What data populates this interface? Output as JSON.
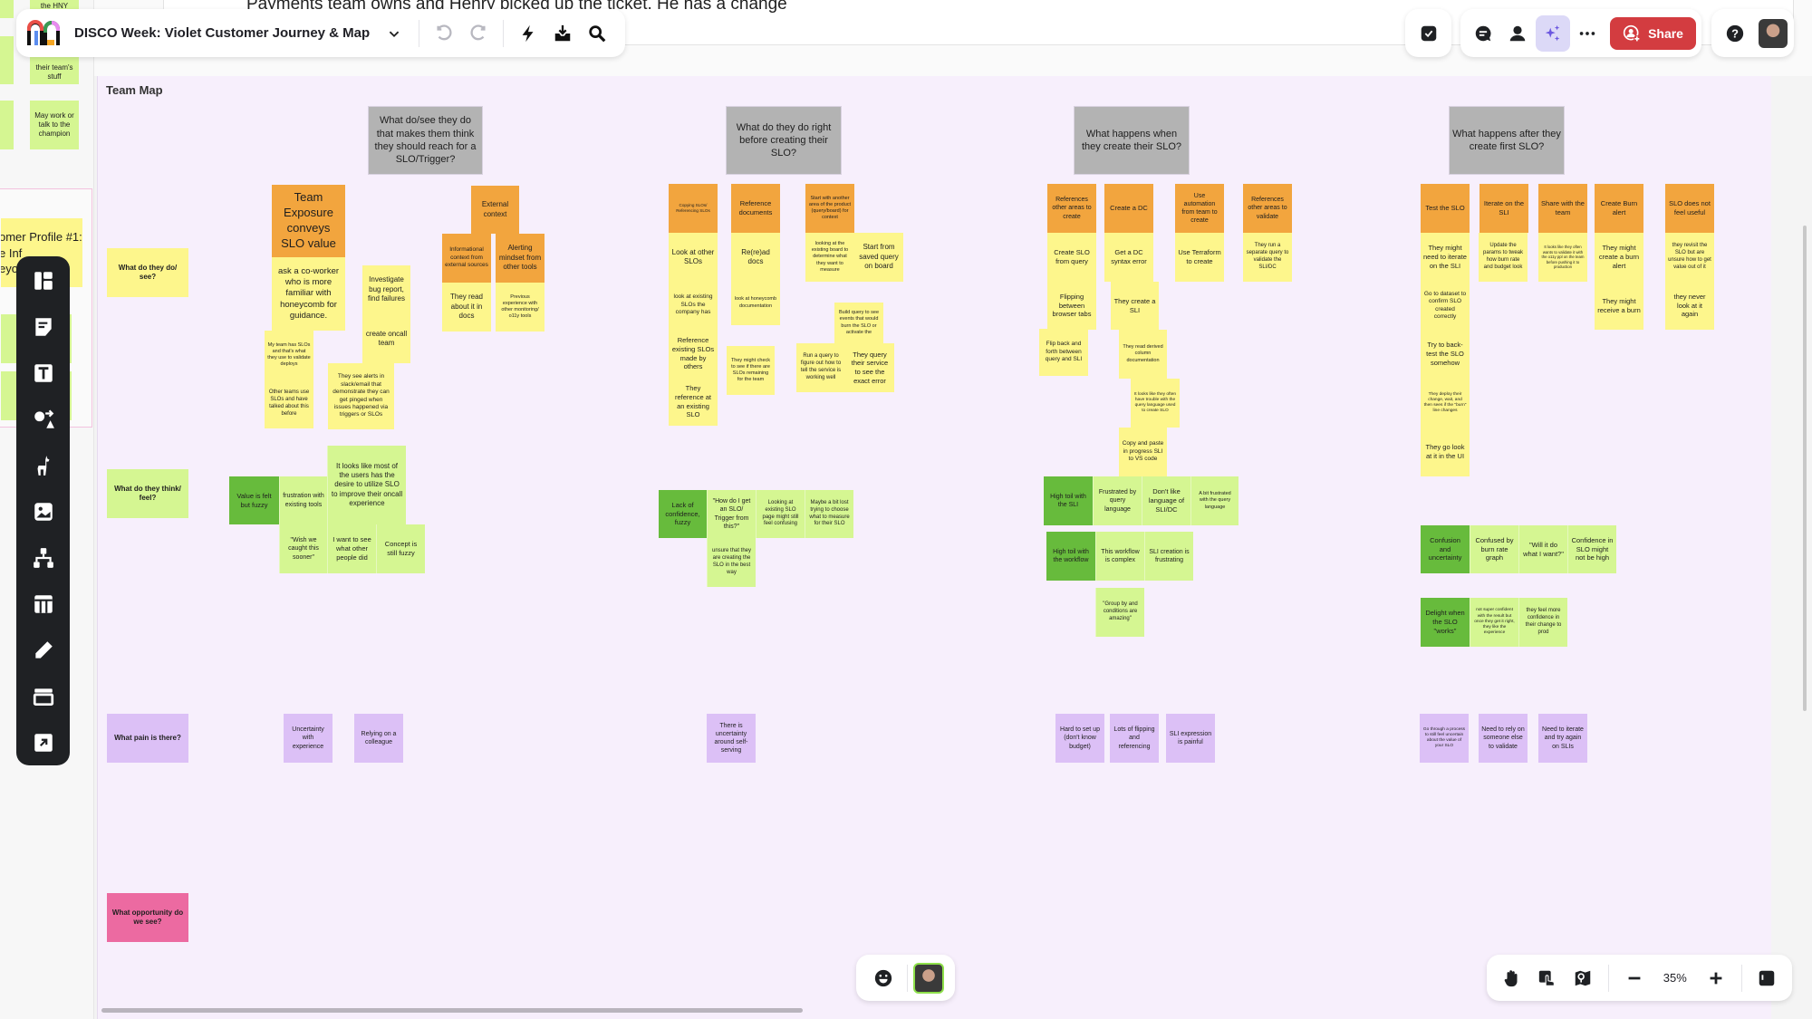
{
  "app": {
    "board_title": "DISCO Week: Violet Customer Journey & Map",
    "background_text": "Payments team owns and Henry picked up the ticket. He has a change"
  },
  "topbar": {
    "icons": [
      "logo-icon",
      "chevron-down-icon",
      "undo-icon",
      "redo-icon",
      "lightning-icon",
      "download-icon",
      "search-icon"
    ]
  },
  "top_right": {
    "share_label": "Share",
    "icons": [
      "checkbox-icon",
      "comment-icon",
      "user-icon",
      "sparkle-icon",
      "more-icon",
      "share-user-icon",
      "help-icon",
      "avatar"
    ]
  },
  "left_toolbar": {
    "icons": [
      "templates-icon",
      "sticky-note-icon",
      "text-icon",
      "shapes-icon",
      "llama-icon",
      "image-icon",
      "diagram-icon",
      "table-icon",
      "pen-icon",
      "frame-icon",
      "upload-icon"
    ]
  },
  "zoom_controls": {
    "zoom_level": "35%",
    "icons": [
      "hand-icon",
      "touch-icon",
      "map-pin-icon",
      "minus-icon",
      "plus-icon",
      "panel-icon"
    ]
  },
  "reactions": {
    "icons": [
      "smiley-icon",
      "avatar"
    ]
  },
  "offscreen_fragments": [
    "the HNY",
    "their team's stuff",
    "May work or talk to the champion",
    "omer Profile #1:",
    "e Inf",
    "eyo"
  ],
  "colors": {
    "canvas": "#f7effc",
    "yellow": "#fdf68c",
    "orange": "#f2a53e",
    "gray": "#b3b3b3",
    "light_green": "#d5f692",
    "dark_green": "#67bb3c",
    "purple": "#dcc0f6",
    "pink": "#ec6aa1",
    "share": "#d33c40"
  },
  "board": {
    "frame_title": "Team Map",
    "notes": [
      {
        "kind": "label-do",
        "text": "What do they do/ see?"
      },
      {
        "kind": "label-think",
        "text": "What do they think/ feel?"
      },
      {
        "kind": "label-pain",
        "text": "What pain is there?"
      },
      {
        "kind": "label-opportunity",
        "text": "What opportunity do we see?"
      },
      {
        "kind": "question",
        "text": "What do/see they do that makes them think they should reach for a SLO/Trigger?"
      },
      {
        "kind": "category",
        "text": "Team Exposure conveys SLO value"
      },
      {
        "kind": "do",
        "text": "ask a co-worker who is more familiar with honeycomb for guidance."
      },
      {
        "kind": "do",
        "text": "Investigate bug report, find failures"
      },
      {
        "kind": "do",
        "text": "create oncall team"
      },
      {
        "kind": "category",
        "text": "External context"
      },
      {
        "kind": "category",
        "text": "Informational context from external sources"
      },
      {
        "kind": "category",
        "text": "Alerting mindset from other tools"
      },
      {
        "kind": "do",
        "text": "They read about it in docs"
      },
      {
        "kind": "do",
        "text": "Previous experience with other monitoring/ o11y tools"
      },
      {
        "kind": "do",
        "text": "My team has SLOs and that's what they use to validate deploys"
      },
      {
        "kind": "do",
        "text": "Other teams use SLOs and have talked about this before"
      },
      {
        "kind": "do",
        "text": "They see alerts in slack/email that demonstrate they can get pinged when issues happened via triggers or SLOs"
      },
      {
        "kind": "think-summary",
        "text": "Value is felt but fuzzy"
      },
      {
        "kind": "think",
        "text": "frustration with existing tools"
      },
      {
        "kind": "think",
        "text": "It looks like most of the users has the desire to utilize SLO to improve their oncall experience"
      },
      {
        "kind": "think",
        "text": "\"Wish we caught this sooner\""
      },
      {
        "kind": "think",
        "text": "I want to see what other people did"
      },
      {
        "kind": "think",
        "text": "Concept is still fuzzy"
      },
      {
        "kind": "question",
        "text": "What do they do right before creating their SLO?"
      },
      {
        "kind": "category",
        "text": "Copying SLOs/ Referencing SLOs"
      },
      {
        "kind": "do",
        "text": "Look at other SLOs"
      },
      {
        "kind": "do",
        "text": "look at existing SLOs the company has"
      },
      {
        "kind": "do",
        "text": "Reference existing SLOs made by others"
      },
      {
        "kind": "do",
        "text": "They reference at an existing SLO"
      },
      {
        "kind": "category",
        "text": "Reference documents"
      },
      {
        "kind": "do",
        "text": "Re(re)ad docs"
      },
      {
        "kind": "do",
        "text": "look at honeycomb documentation"
      },
      {
        "kind": "do",
        "text": "They might check to see if there are SLOs remaining for the team"
      },
      {
        "kind": "category",
        "text": "Start with another area of the product (query/board) for context"
      },
      {
        "kind": "do",
        "text": "looking at the existing board to determine what they want to measure"
      },
      {
        "kind": "do",
        "text": "Start from saved query on board"
      },
      {
        "kind": "do",
        "text": "Build query to see events that would burn the SLO or activate the"
      },
      {
        "kind": "do",
        "text": "Run a query to figure out how to tell the service is working well"
      },
      {
        "kind": "do",
        "text": "They query their service to see the exact error"
      },
      {
        "kind": "think-summary",
        "text": "Lack of confidence, fuzzy"
      },
      {
        "kind": "think",
        "text": "\"How do I get an SLO/ Trigger from this?\""
      },
      {
        "kind": "think",
        "text": "Looking at existing SLO page might still feel confusing"
      },
      {
        "kind": "think",
        "text": "Maybe a bit lost trying to choose what to measure for their SLO"
      },
      {
        "kind": "think",
        "text": "unsure that they are creating the SLO in the best way"
      },
      {
        "kind": "question",
        "text": "What happens when they create their SLO?"
      },
      {
        "kind": "category",
        "text": "References other areas to create"
      },
      {
        "kind": "do",
        "text": "Create SLO from query"
      },
      {
        "kind": "do",
        "text": "Flipping between browser tabs"
      },
      {
        "kind": "do",
        "text": "Flip back and forth between query and SLI"
      },
      {
        "kind": "category",
        "text": "Create a DC"
      },
      {
        "kind": "do",
        "text": "Get a DC syntax error"
      },
      {
        "kind": "do",
        "text": "They create a SLI"
      },
      {
        "kind": "do",
        "text": "They read derived column documentation"
      },
      {
        "kind": "do",
        "text": "It looks like they often have trouble with the query language used to create SLO"
      },
      {
        "kind": "do",
        "text": "Copy and paste in progress SLI to VS code"
      },
      {
        "kind": "category",
        "text": "Use automation from team to create"
      },
      {
        "kind": "do",
        "text": "Use Terraform to create"
      },
      {
        "kind": "category",
        "text": "References other areas to validate"
      },
      {
        "kind": "do",
        "text": "They run a separate query to validate the SLI/DC"
      },
      {
        "kind": "think-summary",
        "text": "High toil with the SLI"
      },
      {
        "kind": "think",
        "text": "Frustrated by query language"
      },
      {
        "kind": "think",
        "text": "Don't like language of SLI/DC"
      },
      {
        "kind": "think",
        "text": "A bit frustrated with the query language"
      },
      {
        "kind": "think-summary",
        "text": "High toil with the workflow"
      },
      {
        "kind": "think",
        "text": "This workflow is complex"
      },
      {
        "kind": "think",
        "text": "SLI creation is frustrating"
      },
      {
        "kind": "think",
        "text": "\"Group by and conditions are amazing\""
      },
      {
        "kind": "question",
        "text": "What happens after they create first SLO?"
      },
      {
        "kind": "category",
        "text": "Test the SLO"
      },
      {
        "kind": "do",
        "text": "They might need to iterate on the SLI"
      },
      {
        "kind": "do",
        "text": "Go to dataset to confirm SLO created correctly"
      },
      {
        "kind": "do",
        "text": "Try to back-test the SLO somehow"
      },
      {
        "kind": "do",
        "text": "They deploy their change, wait, and then sees if the \"burn\" line changes"
      },
      {
        "kind": "do",
        "text": "They go look at it in the UI"
      },
      {
        "kind": "category",
        "text": "Iterate on the SLI"
      },
      {
        "kind": "do",
        "text": "Update the params to tweak how burn rate and budget look"
      },
      {
        "kind": "category",
        "text": "Share with the team"
      },
      {
        "kind": "do",
        "text": "It looks like they often wants to validate it with the o11y ppl on the team before pushing it to production"
      },
      {
        "kind": "category",
        "text": "Create Burn alert"
      },
      {
        "kind": "do",
        "text": "They might create a burn alert"
      },
      {
        "kind": "do",
        "text": "They might receive a burn"
      },
      {
        "kind": "category",
        "text": "SLO does not feel useful"
      },
      {
        "kind": "do",
        "text": "they revisit the SLO but are unsure how to get value out of it"
      },
      {
        "kind": "do",
        "text": "they never look at it again"
      },
      {
        "kind": "think-summary",
        "text": "Confusion and uncertainty"
      },
      {
        "kind": "think",
        "text": "Confused by burn rate graph"
      },
      {
        "kind": "think",
        "text": "\"Will it do what I want?\""
      },
      {
        "kind": "think",
        "text": "Confidence in SLO might not be high"
      },
      {
        "kind": "think-summary",
        "text": "Delight when the SLO \"works\""
      },
      {
        "kind": "think",
        "text": "not super confident with the result but once they get it right, they like the experience"
      },
      {
        "kind": "think",
        "text": "they feel more confidence in their change to prod"
      },
      {
        "kind": "pain",
        "text": "Uncertainty with experience"
      },
      {
        "kind": "pain",
        "text": "Relying on a colleague"
      },
      {
        "kind": "pain",
        "text": "There is uncertainty around self-serving"
      },
      {
        "kind": "pain",
        "text": "Hard to set up (don't know budget)"
      },
      {
        "kind": "pain",
        "text": "Lots of flipping and referencing"
      },
      {
        "kind": "pain",
        "text": "SLI expression is painful"
      },
      {
        "kind": "pain",
        "text": "Go through a process to still feel uncertain about the value of your SLO"
      },
      {
        "kind": "pain",
        "text": "Need to rely on someone else to validate"
      },
      {
        "kind": "pain",
        "text": "Need to iterate and try again on SLIs"
      }
    ]
  }
}
